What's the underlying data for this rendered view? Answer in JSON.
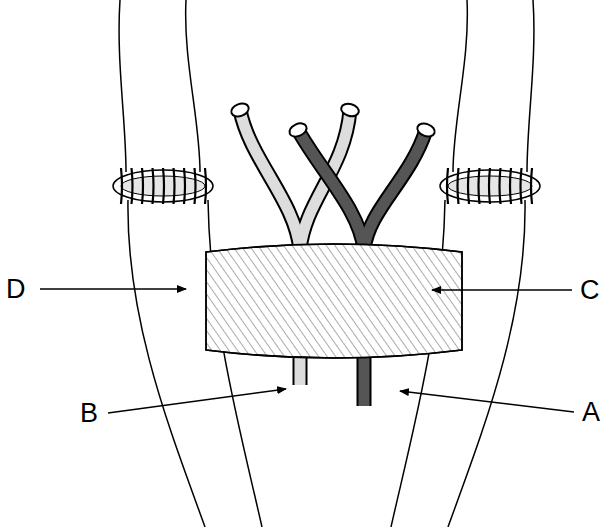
{
  "diagram": {
    "labels": [
      "D",
      "C",
      "B",
      "A"
    ]
  }
}
